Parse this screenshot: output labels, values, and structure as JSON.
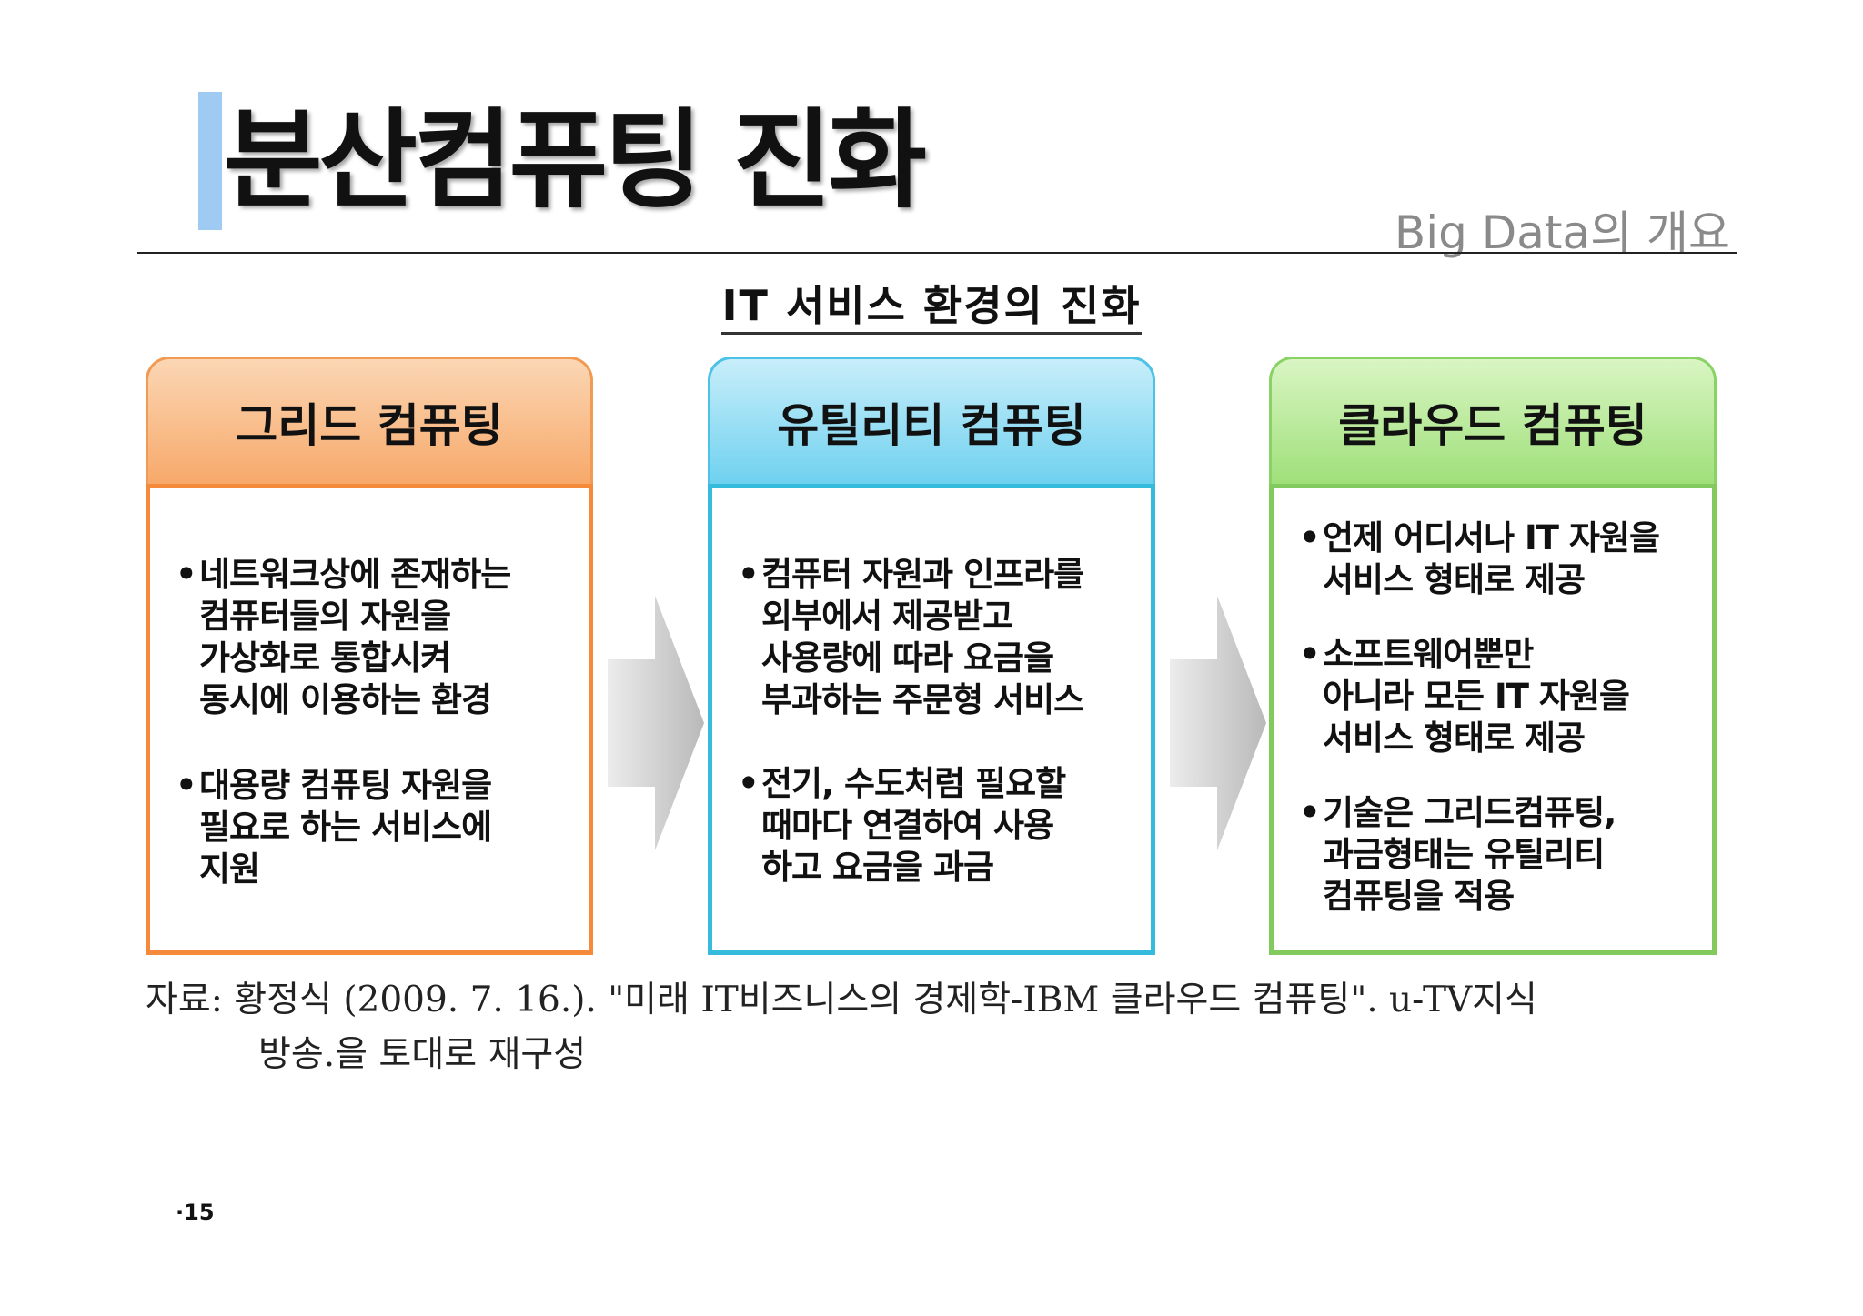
{
  "slide": {
    "title": "분산컴퓨팅 진화",
    "section_label": "Big Data의 개요",
    "page_number": "·15"
  },
  "figure": {
    "title": "IT 서비스 환경의 진화",
    "cards": [
      {
        "heading": "그리드 컴퓨팅",
        "bullets": [
          [
            "네트워크상에 존재하는",
            "컴퓨터들의 자원을",
            "가상화로 통합시켜",
            "동시에 이용하는 환경"
          ],
          [
            "대용량 컴퓨팅 자원을",
            "필요로 하는 서비스에",
            "지원"
          ]
        ]
      },
      {
        "heading": "유틸리티 컴퓨팅",
        "bullets": [
          [
            "컴퓨터 자원과 인프라를",
            "외부에서 제공받고",
            "사용량에 따라 요금을",
            "부과하는 주문형 서비스"
          ],
          [
            "전기, 수도처럼 필요할",
            "때마다 연결하여 사용",
            "하고 요금을 과금"
          ]
        ]
      },
      {
        "heading": "클라우드 컴퓨팅",
        "bullets": [
          [
            "언제 어디서나 IT 자원을",
            "서비스 형태로 제공"
          ],
          [
            "소프트웨어뿐만",
            "아니라 모든 IT 자원을",
            "서비스 형태로 제공"
          ],
          [
            "기술은 그리드컴퓨팅,",
            "과금형태는 유틸리티",
            "컴퓨팅을 적용"
          ]
        ]
      }
    ]
  },
  "source": {
    "line1": "자료: 황정식 (2009. 7. 16.). \"미래 IT비즈니스의 경제학-IBM 클라우드 컴퓨팅\". u-TV지식",
    "line2": "방송.을 토대로 재구성"
  },
  "colors": {
    "grid_border": "#f58a3a",
    "utility_border": "#35bcdc",
    "cloud_border": "#82c95e",
    "title_bar": "#9fcbf2"
  }
}
